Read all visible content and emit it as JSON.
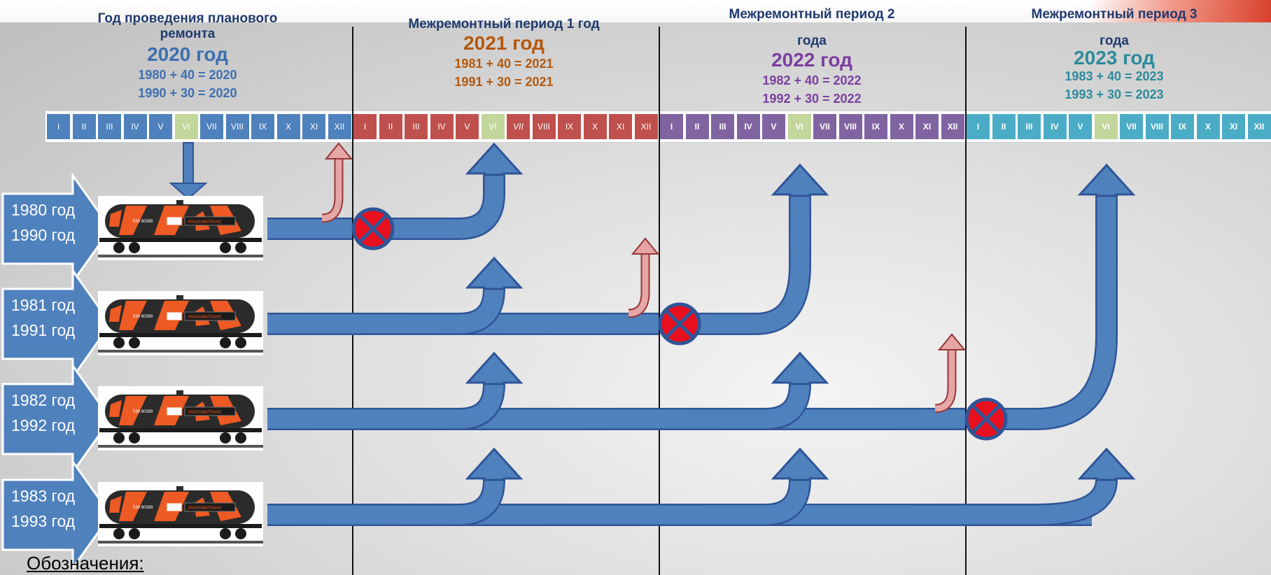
{
  "headers": [
    {
      "title": "Год проведения планового ремонта",
      "year": "2020 год",
      "f1": "1980 + 40 = 2020",
      "f2": "1990 + 30 = 2020",
      "color": "#3d6fb0"
    },
    {
      "title": "Межремонтный период 1 год",
      "year": "2021 год",
      "f1": "1981 + 40 = 2021",
      "f2": "1991 + 30 = 2021",
      "color": "#b3580e"
    },
    {
      "title1": "Межремонтный период 2",
      "title2": "года",
      "year": "2022 год",
      "f1": "1982 + 40 = 2022",
      "f2": "1992 + 30 = 2022",
      "color": "#7b3fa0"
    },
    {
      "title1": "Межремонтный период 3",
      "title2": "года",
      "year": "2023 год",
      "f1": "1983 + 40 = 2023",
      "f2": "1993 + 30 = 2023",
      "color": "#2d8a9c"
    }
  ],
  "months": [
    "I",
    "II",
    "III",
    "IV",
    "V",
    "VI",
    "VII",
    "VIII",
    "IX",
    "X",
    "XI",
    "XII"
  ],
  "year_colors": [
    "#4f81bd",
    "#c0504d",
    "#8064a2",
    "#4bacc6"
  ],
  "highlight_color": "#c3d69b",
  "rows": [
    {
      "y1": "1980 год",
      "y2": "1990 год"
    },
    {
      "y1": "1981 год",
      "y2": "1991 год"
    },
    {
      "y1": "1982 год",
      "y2": "1992 год"
    },
    {
      "y1": "1983 год",
      "y2": "1993 год"
    }
  ],
  "tank_number": "539 80389",
  "tank_brand": "УРАЛХИМТРАНС",
  "legend": "Обозначения:"
}
